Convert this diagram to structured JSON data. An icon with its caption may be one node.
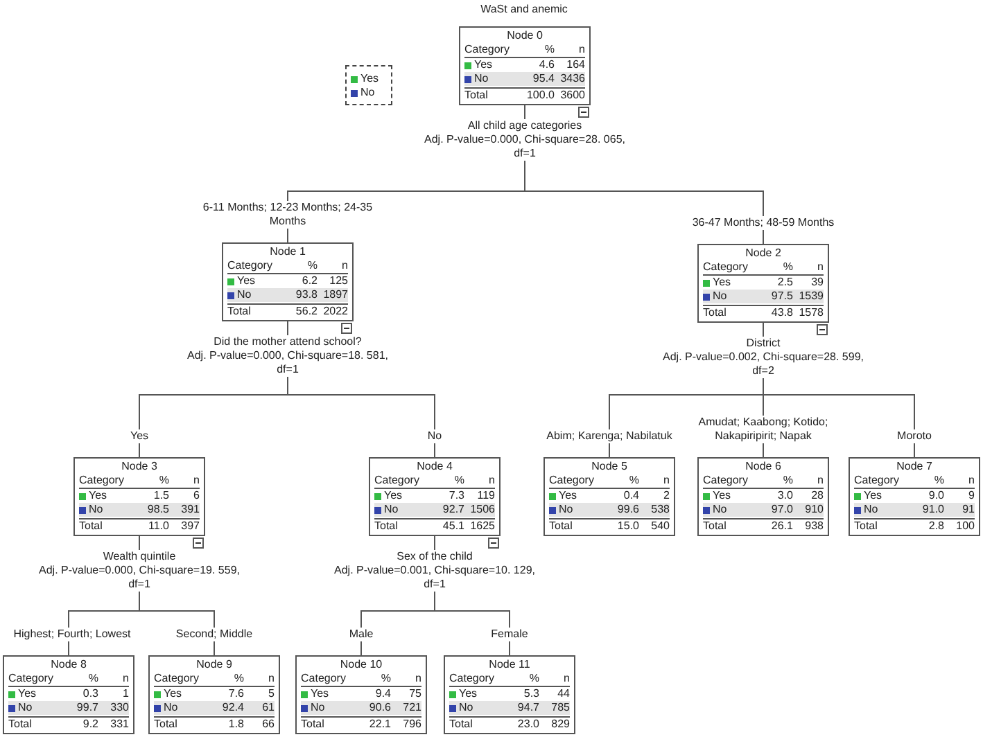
{
  "diagram": {
    "title": "WaSt and anemic",
    "nodes": [
      {
        "text": [
          "Node 0",
          "Category",
          "%",
          "n",
          "Yes",
          "4.6",
          "164",
          "No",
          "95.4",
          "3436",
          "Total",
          "100.0",
          "3600"
        ],
        "beside": [
          "All child age categories",
          "Adj. P-value=0.000, Chi-square=28. 065, df=1"
        ]
      },
      {
        "text": [
          "Node 1",
          "Category",
          "%",
          "n",
          "Yes",
          "6.2",
          "125",
          "No",
          "93.8",
          "1897",
          "Total",
          "56.2",
          "2022"
        ],
        "beside": [
          "Did the mother attend school?",
          "Adj. P-value=0.000, Chi-square=18. 581, df=1"
        ]
      },
      {
        "text": [
          "Node 2",
          "Category",
          "%",
          "n",
          "Yes",
          "2.5",
          "39",
          "No",
          "97.5",
          "1539",
          "Total",
          "43.8",
          "1578"
        ],
        "beside": [
          "District",
          "Adj. P-value=0.002, Chi-square=28. 599, df=2"
        ]
      },
      {
        "text": [
          "Node 3",
          "Category",
          "%",
          "n",
          "Yes",
          "1.5",
          "6",
          "No",
          "98.5",
          "391",
          "Total",
          "11.0",
          "397"
        ],
        "beside": [
          "Wealth quintile",
          "Adj. P-value=0.000, Chi-square=19. 559, df=1"
        ]
      },
      {
        "text": [
          "Node 4",
          "Category",
          "%",
          "n",
          "Yes",
          "7.3",
          "119",
          "No",
          "92.7",
          "1506",
          "Total",
          "45.1",
          "1625"
        ],
        "beside": [
          "Sex of the child",
          "Adj. P-value=0.001, Chi-square=10. 129, df=1"
        ]
      },
      {
        "text": [
          "Node 5",
          "Category",
          "%",
          "n",
          "Yes",
          "0.4",
          "2",
          "No",
          "99.6",
          "538",
          "Total",
          "15.0",
          "540"
        ]
      },
      {
        "text": [
          "Node 6",
          "Category",
          "%",
          "n",
          "Yes",
          "3.0",
          "28",
          "No",
          "97.0",
          "910",
          "Total",
          "26.1",
          "938"
        ]
      },
      {
        "text": [
          "Node 7",
          "Category",
          "%",
          "n",
          "Yes",
          "9.0",
          "9",
          "No",
          "91.0",
          "91",
          "Total",
          "2.8",
          "100"
        ]
      },
      {
        "text": [
          "Node 8",
          "Category",
          "%",
          "n",
          "Yes",
          "0.3",
          "1",
          "No",
          "99.7",
          "330",
          "Total",
          "9.2",
          "331"
        ]
      },
      {
        "text": [
          "Node 9",
          "Category",
          "%",
          "n",
          "Yes",
          "7.6",
          "5",
          "No",
          "92.4",
          "61",
          "Total",
          "1.8",
          "66"
        ]
      },
      {
        "text": [
          "Node 10",
          "Category",
          "%",
          "n",
          "Yes",
          "9.4",
          "75",
          "No",
          "90.6",
          "721",
          "Total",
          "22.1",
          "796"
        ]
      },
      {
        "text": [
          "Node 11",
          "Category",
          "%",
          "n",
          "Yes",
          "5.3",
          "44",
          "No",
          "94.7",
          "785",
          "Total",
          "23.0",
          "829"
        ]
      }
    ],
    "edges": [
      {
        "from": 0,
        "to": 1,
        "arrow": "none",
        "label": "6-11 Months; 12-23 Months; 24-35 Months"
      },
      {
        "from": 0,
        "to": 2,
        "arrow": "none",
        "label": "36-47 Months; 48-59 Months"
      },
      {
        "from": 1,
        "to": 3,
        "arrow": "none",
        "label": "Yes"
      },
      {
        "from": 1,
        "to": 4,
        "arrow": "none",
        "label": "No"
      },
      {
        "from": 2,
        "to": 5,
        "arrow": "none",
        "label": "Abim; Karenga; Nabilatuk"
      },
      {
        "from": 2,
        "to": 6,
        "arrow": "none",
        "label": "Amudat; Kaabong; Kotido; Nakapiripirit; Napak"
      },
      {
        "from": 2,
        "to": 7,
        "arrow": "none",
        "label": "Moroto"
      },
      {
        "from": 3,
        "to": 8,
        "arrow": "none",
        "label": "Highest; Fourth; Lowest"
      },
      {
        "from": 3,
        "to": 9,
        "arrow": "none",
        "label": "Second; Middle"
      },
      {
        "from": 4,
        "to": 10,
        "arrow": "none",
        "label": "Male"
      },
      {
        "from": 4,
        "to": 11,
        "arrow": "none",
        "label": "Female"
      }
    ],
    "legend": [
      {
        "text": "Yes",
        "color": "#33bb44"
      },
      {
        "text": "No",
        "color": "#3344aa"
      }
    ]
  }
}
